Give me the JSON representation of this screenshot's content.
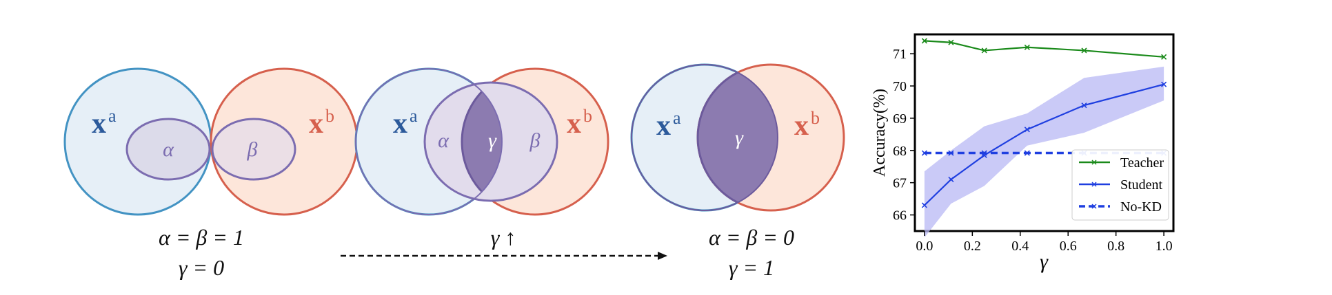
{
  "colors": {
    "blue_circle": "#4393c3",
    "blue_fill": "#e6eff7",
    "red_circle": "#d6604d",
    "red_fill": "#fde6da",
    "purple_line": "#7b6cb0",
    "purple_light": "#e2dcec",
    "purple_dark": "#8c7bb0",
    "xa_color": "#2c5a9b",
    "xb_color": "#d6604d",
    "teacher": "#1a8a1a",
    "student": "#1f3fe0",
    "nokd": "#1f3fe0",
    "band": "#b8b8f4"
  },
  "venn": {
    "xa_base": "x",
    "xa_sup": "a",
    "xb_base": "x",
    "xb_sup": "b",
    "alpha": "α",
    "beta": "β",
    "gamma": "γ",
    "left_caption_1": "α = β = 1",
    "left_caption_2": "γ = 0",
    "mid_caption": "γ ↑",
    "right_caption_1": "α = β = 0",
    "right_caption_2": "γ = 1"
  },
  "chart_data": {
    "type": "line",
    "title": "",
    "xlabel": "γ",
    "ylabel": "Accuracy(%)",
    "xlim": [
      -0.04,
      1.04
    ],
    "ylim": [
      65.5,
      71.6
    ],
    "xticks": [
      0.0,
      0.2,
      0.4,
      0.6,
      0.8,
      1.0
    ],
    "xtick_labels": [
      "0.0",
      "0.2",
      "0.4",
      "0.6",
      "0.8",
      "1.0"
    ],
    "yticks": [
      66,
      67,
      68,
      69,
      70,
      71
    ],
    "ytick_labels": [
      "66",
      "67",
      "68",
      "69",
      "70",
      "71"
    ],
    "grid": false,
    "legend_position": "lower-right",
    "series": [
      {
        "name": "Teacher",
        "style": "solid",
        "marker": "x",
        "x": [
          0.0,
          0.111,
          0.25,
          0.429,
          0.667,
          1.0
        ],
        "values": [
          71.4,
          71.35,
          71.1,
          71.2,
          71.1,
          70.9
        ]
      },
      {
        "name": "Student",
        "style": "solid",
        "marker": "x",
        "x": [
          0.0,
          0.111,
          0.25,
          0.429,
          0.667,
          1.0
        ],
        "values": [
          66.3,
          67.1,
          67.85,
          68.65,
          69.4,
          70.05
        ],
        "band_upper": [
          67.35,
          68.0,
          68.75,
          69.15,
          70.25,
          70.6
        ],
        "band_lower": [
          65.3,
          66.35,
          66.9,
          68.15,
          68.55,
          69.55
        ]
      },
      {
        "name": "No-KD",
        "style": "dashed",
        "marker": "x",
        "x": [
          0.0,
          0.111,
          0.25,
          0.429,
          0.667,
          1.0
        ],
        "values": [
          67.92,
          67.92,
          67.92,
          67.92,
          67.92,
          67.92
        ]
      }
    ]
  }
}
